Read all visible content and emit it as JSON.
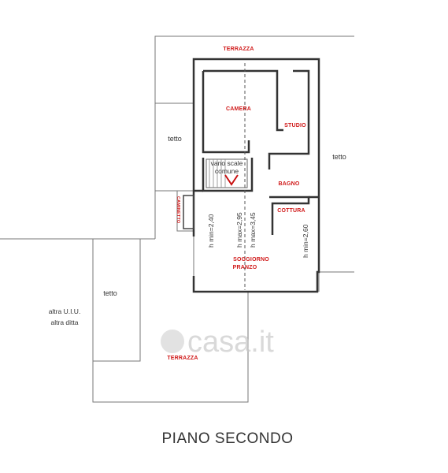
{
  "rooms": {
    "terrazza_top": "TERRAZZA",
    "camera": "CAMERA",
    "studio": "STUDIO",
    "bagno": "BAGNO",
    "cottura": "COTTURA",
    "soggiorno": "SOGGIORNO",
    "pranzo": "PRANZO",
    "caminetto": "CAMINETTO",
    "terrazza_bottom": "TERRAZZA"
  },
  "labels": {
    "tetto_left": "tetto",
    "tetto_right": "tetto",
    "tetto_lower": "tetto",
    "vano_scale_1": "vano scale",
    "vano_scale_2": "comune",
    "altra_uiu": "altra U.I.U.",
    "altra_ditta": "altra ditta"
  },
  "heights": {
    "h_min_left": "h min=2,40",
    "h_max_1": "h max=2,95",
    "h_max_2": "h max=3,45",
    "h_min_right": "h min=2,60"
  },
  "title": "PIANO SECONDO",
  "watermark": "casa.it",
  "colors": {
    "room_label": "#d01818",
    "text": "#333333",
    "watermark": "#c9c9c9"
  }
}
